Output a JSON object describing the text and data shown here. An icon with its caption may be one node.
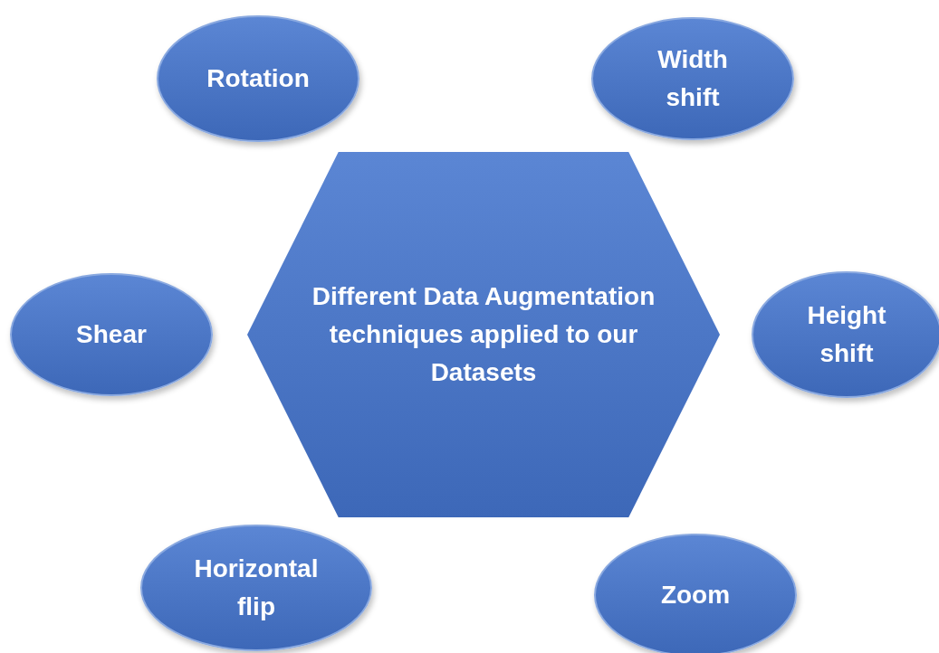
{
  "diagram": {
    "nodes": [
      {
        "text": [
          "Rotation"
        ]
      },
      {
        "text": [
          "Width shift"
        ]
      },
      {
        "text": [
          "Different Data Augmentation techniques applied to our Datasets"
        ]
      },
      {
        "text": [
          "Shear"
        ]
      },
      {
        "text": [
          "Height shift"
        ]
      },
      {
        "text": [
          "Horizontal flip"
        ]
      },
      {
        "text": [
          "Zoom"
        ]
      }
    ],
    "edges": []
  }
}
